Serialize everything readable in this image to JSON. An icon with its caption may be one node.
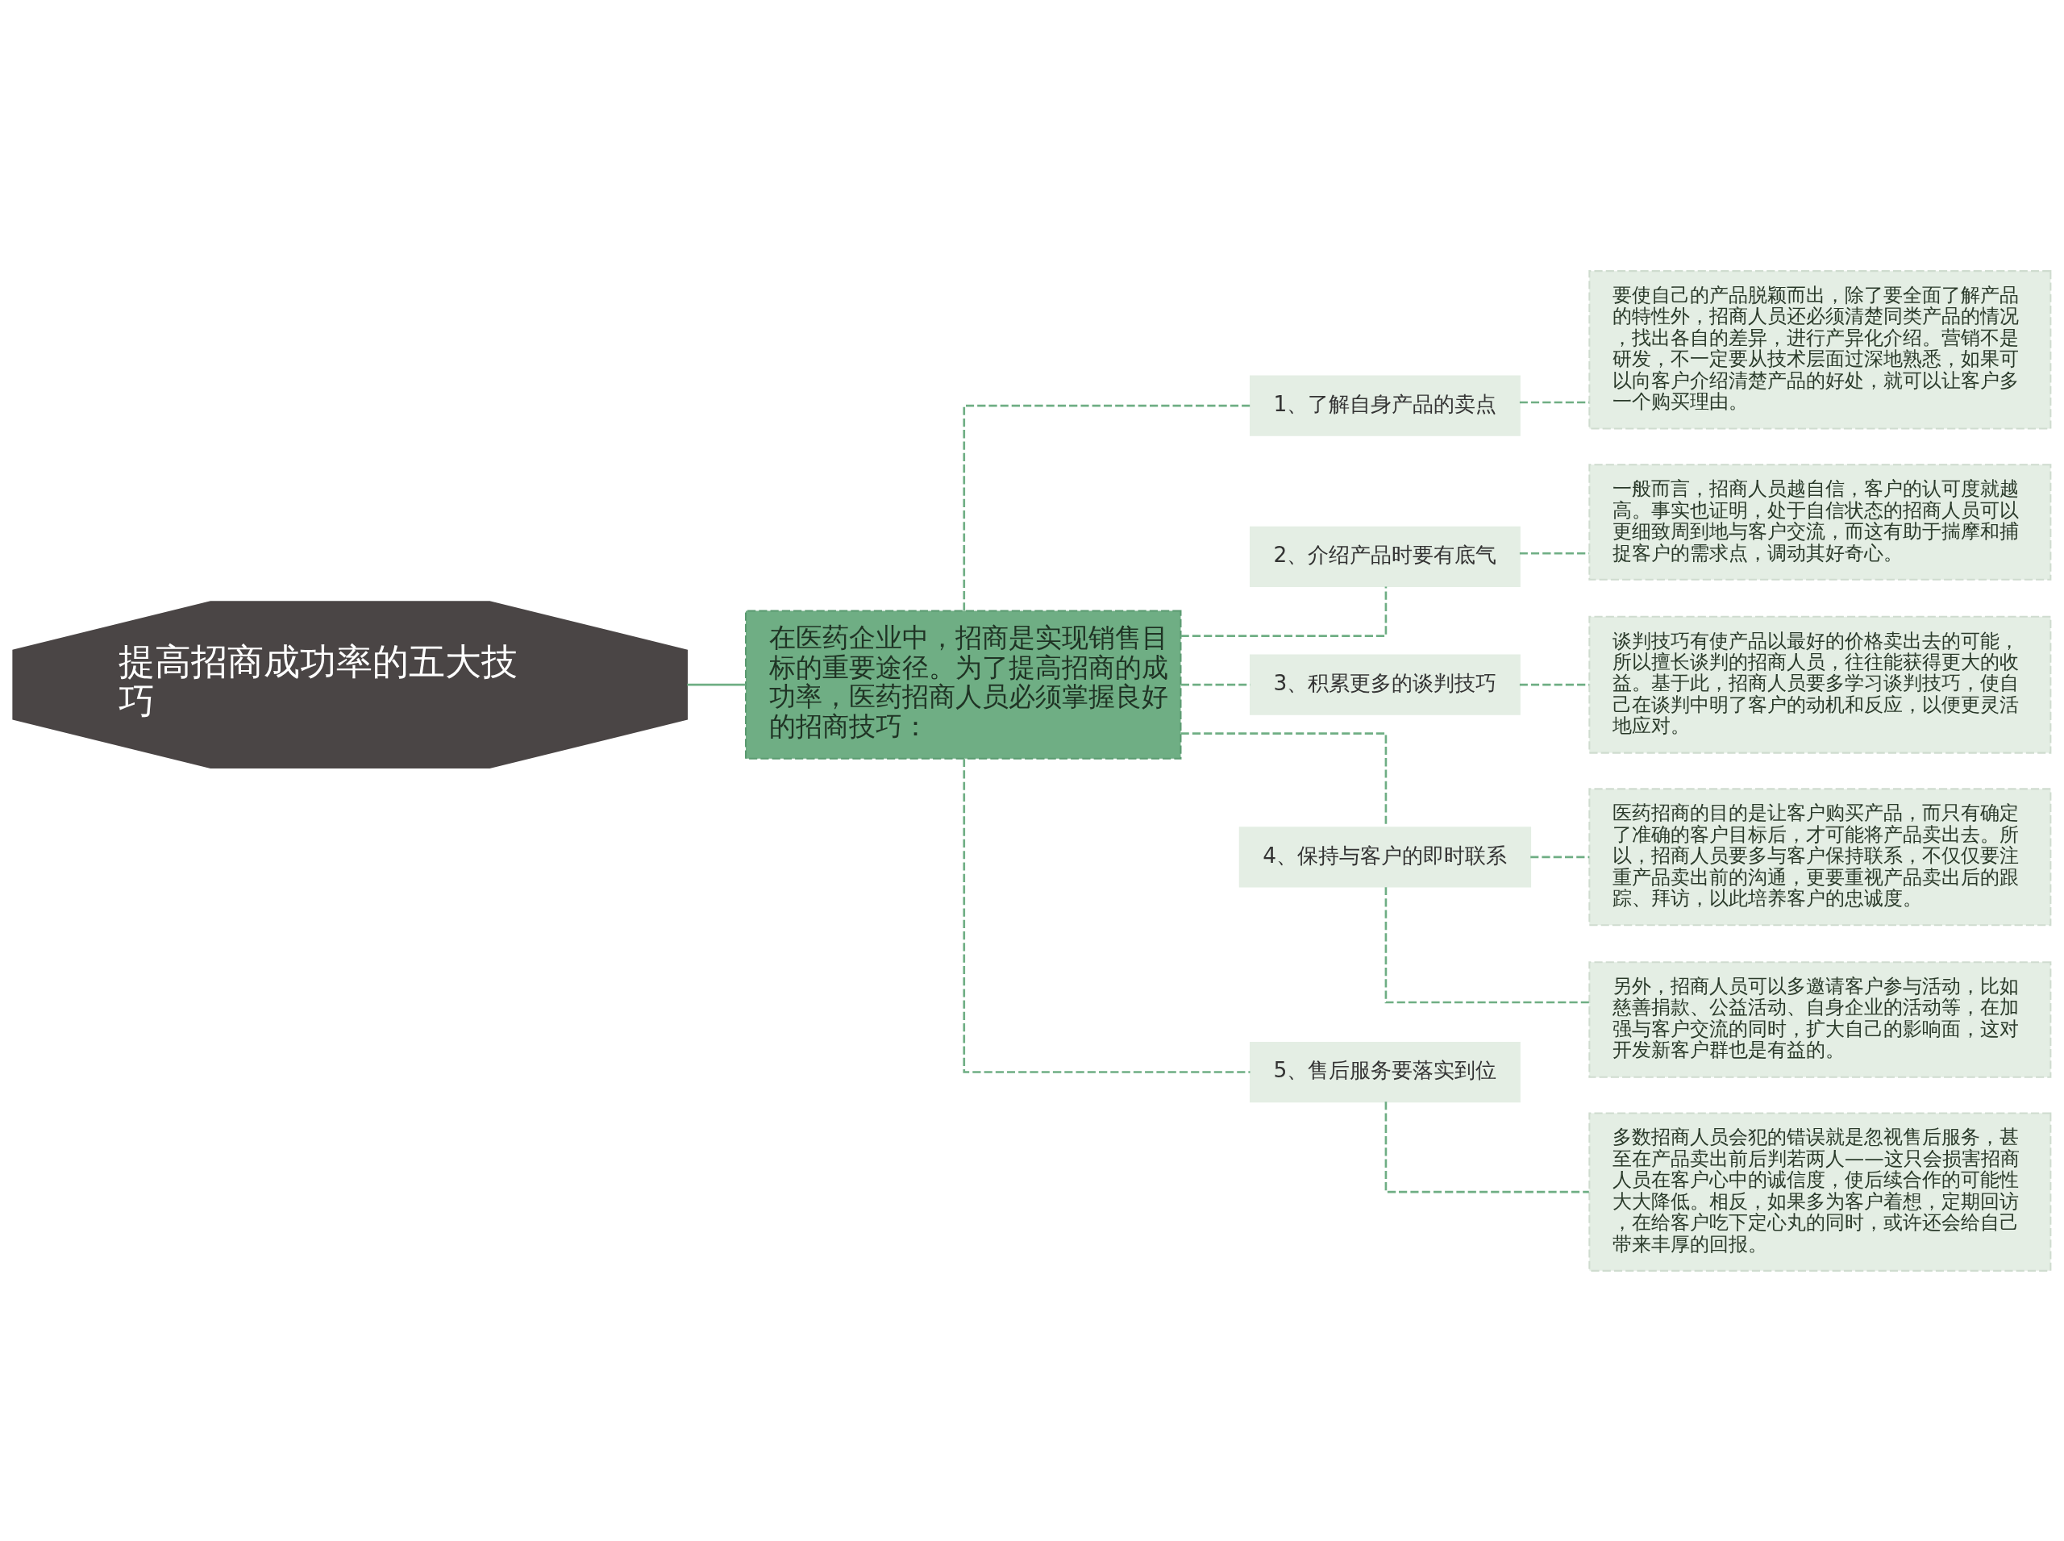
{
  "diagram": {
    "nodes": [
      {
        "text": [
          "提高招商成功率的五大技巧"
        ]
      },
      {
        "text": [
          "在医药企业中，招商是实现销售目标的重要途径。为了提高招商的成功率，医药招商人员必须掌握良好的招商技巧："
        ]
      },
      {
        "text": [
          "1、了解自身产品的卖点"
        ]
      },
      {
        "text": [
          "要使自己的产品脱颖而出，除了要全面了解产品的特性外，招商人员还必须清楚同类产品的情况，找出各自的差异，进行产异化介绍。营销不是研发，不一定要从技术层面过深地熟悉，如果可以向客户介绍清楚产品的好处，就可以让客户多一个购买理由。"
        ]
      },
      {
        "text": [
          "2、介绍产品时要有底气"
        ]
      },
      {
        "text": [
          "一般而言，招商人员越自信，客户的认可度就越高。事实也证明，处于自信状态的招商人员可以更细致周到地与客户交流，而这有助于揣摩和捕捉客户的需求点，调动其好奇心。"
        ]
      },
      {
        "text": [
          "3、积累更多的谈判技巧"
        ]
      },
      {
        "text": [
          "谈判技巧有使产品以最好的价格卖出去的可能，所以擅长谈判的招商人员，往往能获得更大的收益。基于此，招商人员要多学习谈判技巧，使自己在谈判中明了客户的动机和反应，以便更灵活地应对。"
        ]
      },
      {
        "text": [
          "4、保持与客户的即时联系"
        ]
      },
      {
        "text": [
          "医药招商的目的是让客户购买产品，而只有确定了准确的客户目标后，才可能将产品卖出去。所以，招商人员要多与客户保持联系，不仅仅要注重产品卖出前的沟通，更要重视产品卖出后的跟踪、拜访，以此培养客户的忠诚度。"
        ]
      },
      {
        "text": [
          "另外，招商人员可以多邀请客户参与活动，比如慈善捐款、公益活动、自身企业的活动等，在加强与客户交流的同时，扩大自己的影响面，这对开发新客户群也是有益的。"
        ]
      },
      {
        "text": [
          "5、售后服务要落实到位"
        ]
      },
      {
        "text": [
          "多数招商人员会犯的错误就是忽视售后服务，甚至在产品卖出前后判若两人——这只会损害招商人员在客户心中的诚信度，使后续合作的可能性大大降低。相反，如果多为客户着想，定期回访，在给客户吃下定心丸的同时，或许还会给自己带来丰厚的回报。"
        ]
      }
    ],
    "edges": [
      {
        "from": 0,
        "to": 1,
        "arrow": "none"
      },
      {
        "from": 1,
        "to": 2,
        "arrow": "none",
        "style": "dashed"
      },
      {
        "from": 1,
        "to": 4,
        "arrow": "none",
        "style": "dashed"
      },
      {
        "from": 1,
        "to": 6,
        "arrow": "none",
        "style": "dashed"
      },
      {
        "from": 1,
        "to": 8,
        "arrow": "none",
        "style": "dashed"
      },
      {
        "from": 1,
        "to": 11,
        "arrow": "none",
        "style": "dashed"
      },
      {
        "from": 2,
        "to": 3,
        "arrow": "none",
        "style": "dashed"
      },
      {
        "from": 4,
        "to": 5,
        "arrow": "none",
        "style": "dashed"
      },
      {
        "from": 6,
        "to": 7,
        "arrow": "none",
        "style": "dashed"
      },
      {
        "from": 8,
        "to": 9,
        "arrow": "none",
        "style": "dashed"
      },
      {
        "from": 8,
        "to": 10,
        "arrow": "none",
        "style": "dashed"
      },
      {
        "from": 11,
        "to": 12,
        "arrow": "none",
        "style": "dashed"
      }
    ]
  }
}
